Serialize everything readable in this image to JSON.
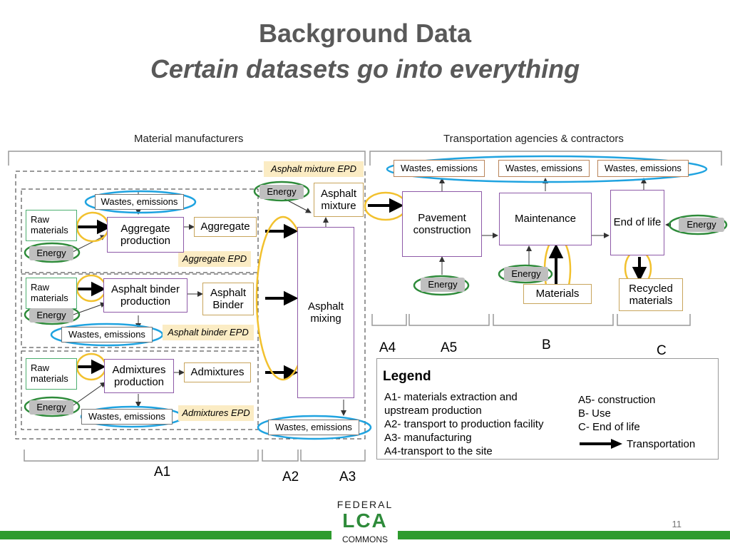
{
  "slide": {
    "title": "Background Data",
    "subtitle": "Certain datasets go into everything",
    "page_number": "11"
  },
  "headers": {
    "left": "Material manufacturers",
    "right": "Transportation agencies & contractors"
  },
  "material_side": {
    "raw_materials": "Raw materials",
    "energy": "Energy",
    "wastes": "Wastes, emissions",
    "aggregate_production": "Aggregate production",
    "aggregate": "Aggregate",
    "aggregate_epd": "Aggregate EPD",
    "binder_production": "Asphalt binder production",
    "binder": "Asphalt Binder",
    "binder_epd": "Asphalt binder EPD",
    "admixtures_production": "Admixtures production",
    "admixtures": "Admixtures",
    "admixtures_epd": "Admixtures EPD",
    "asphalt_mixing": "Asphalt mixing",
    "asphalt_mixture": "Asphalt mixture",
    "mixture_epd": "Asphalt mixture EPD"
  },
  "transport_side": {
    "wastes": "Wastes, emissions",
    "pavement_construction": "Pavement construction",
    "maintenance": "Maintenance",
    "end_of_life": "End of life",
    "energy": "Energy",
    "materials": "Materials",
    "recycled": "Recycled materials"
  },
  "stages": {
    "a1": "A1",
    "a2": "A2",
    "a3": "A3",
    "a4": "A4",
    "a5": "A5",
    "b": "B",
    "c": "C"
  },
  "legend": {
    "title": "Legend",
    "left_items": [
      "A1- materials extraction and",
      "upstream production",
      "A2- transport to production facility",
      "A3- manufacturing",
      "A4-transport to the site"
    ],
    "right_items": [
      "A5- construction",
      "B- Use",
      "C- End of life"
    ],
    "arrow_label": "Transportation"
  },
  "logo": {
    "line1": "FEDERAL",
    "line2": "LCA",
    "line3": "COMMONS"
  },
  "colors": {
    "title_gray": "#595959",
    "process_border": "#8e5aa8",
    "raw_border": "#4caf6f",
    "epd_fill": "#fbecc4",
    "energy_fill": "#bfbfbf",
    "highlight_yellow": "#f2c12e",
    "highlight_blue": "#1fa3e0",
    "highlight_green": "#2e8b3a",
    "bottom_bar": "#2e9b2e"
  }
}
